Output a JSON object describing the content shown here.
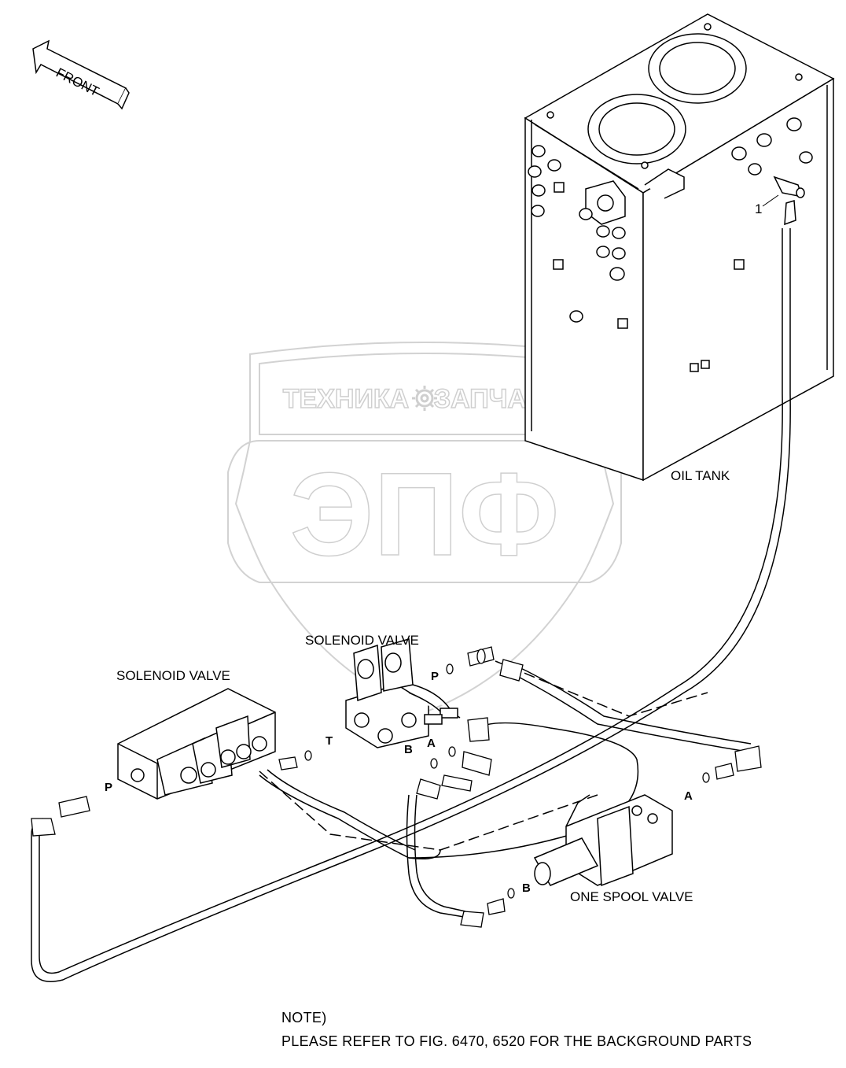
{
  "front_label": "FRONT",
  "labels": {
    "oil_tank": "OIL TANK",
    "solenoid_valve_top": "SOLENOID VALVE",
    "solenoid_valve_left": "SOLENOID VALVE",
    "one_spool_valve": "ONE SPOOL VALVE"
  },
  "ports": {
    "p_left": "P",
    "t": "T",
    "b_mid": "B",
    "a_mid": "A",
    "p_mid": "P",
    "a_right": "A",
    "b_low": "B"
  },
  "callout": "1",
  "watermark": {
    "line1_left": "ТЕХНИКА",
    "line1_right": "ЗАПЧАСТИ",
    "logo": "ЭПФ"
  },
  "note": {
    "heading": "NOTE)",
    "text": "PLEASE REFER TO FIG. 6470, 6520 FOR THE BACKGROUND PARTS"
  },
  "colors": {
    "line": "#000000",
    "watermark": "#cfcfcf"
  }
}
